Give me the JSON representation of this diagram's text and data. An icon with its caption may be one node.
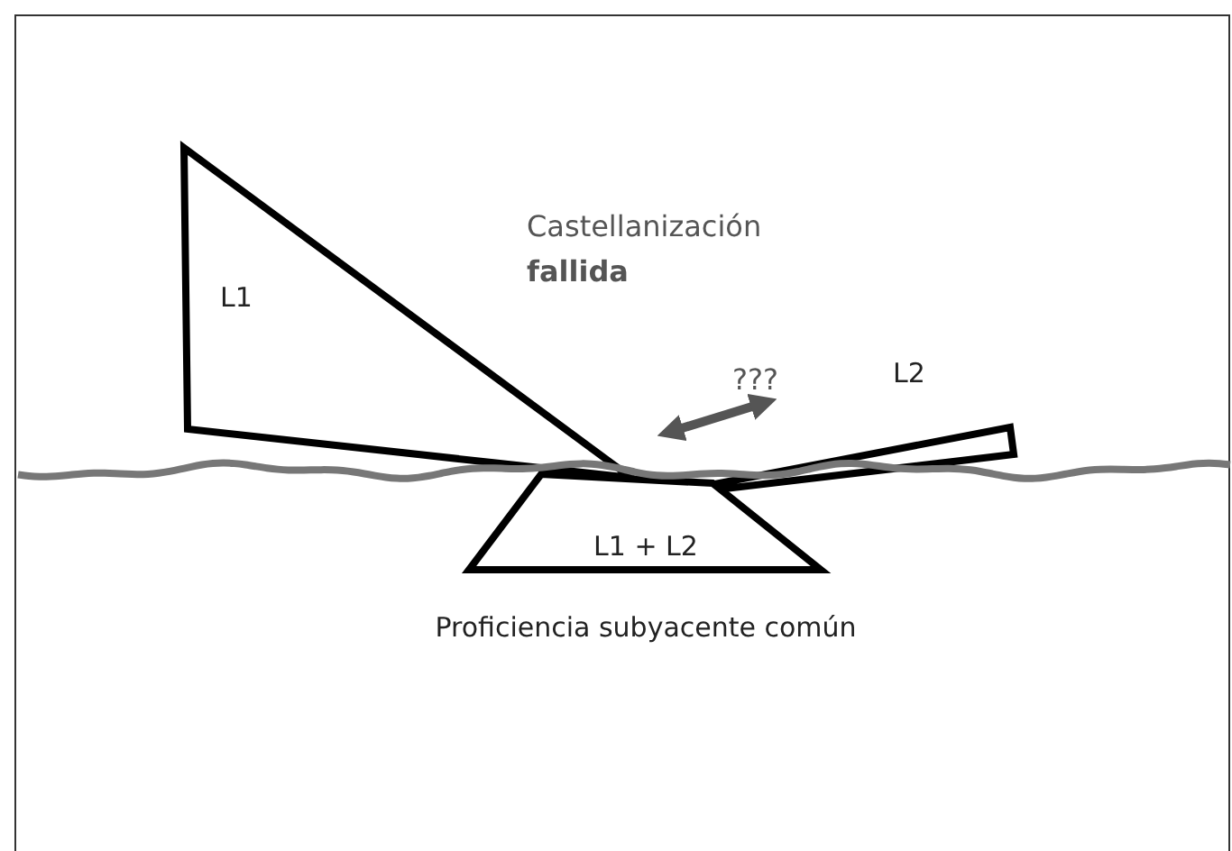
{
  "diagram": {
    "nodes": [
      {
        "text": [
          "L1"
        ]
      },
      {
        "text": [
          "L2"
        ]
      },
      {
        "text": [
          "L1 + L2"
        ],
        "beside": [
          "Proficiencia subyacente común"
        ]
      }
    ],
    "labels": [
      "Castellanización **fallida**",
      "???"
    ]
  }
}
